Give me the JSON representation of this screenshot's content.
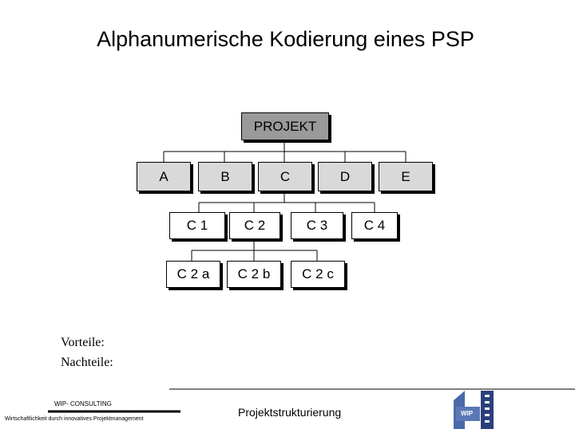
{
  "title": "Alphanumerische Kodierung eines PSP",
  "root": "PROJEKT",
  "level1": [
    "A",
    "B",
    "C",
    "D",
    "E"
  ],
  "level2": [
    "C 1",
    "C 2",
    "C 3",
    "C 4"
  ],
  "level3": [
    "C 2 a",
    "C 2 b",
    "C 2 c"
  ],
  "vorteile": "Vorteile:",
  "nachteile": "Nachteile:",
  "footer": {
    "company": "WIP- CONSULTING",
    "tagline": "Wirtschaftlichkeit durch innovatives Projektmanagement",
    "topic": "Projektstrukturierung",
    "logo_text": "WIP"
  }
}
